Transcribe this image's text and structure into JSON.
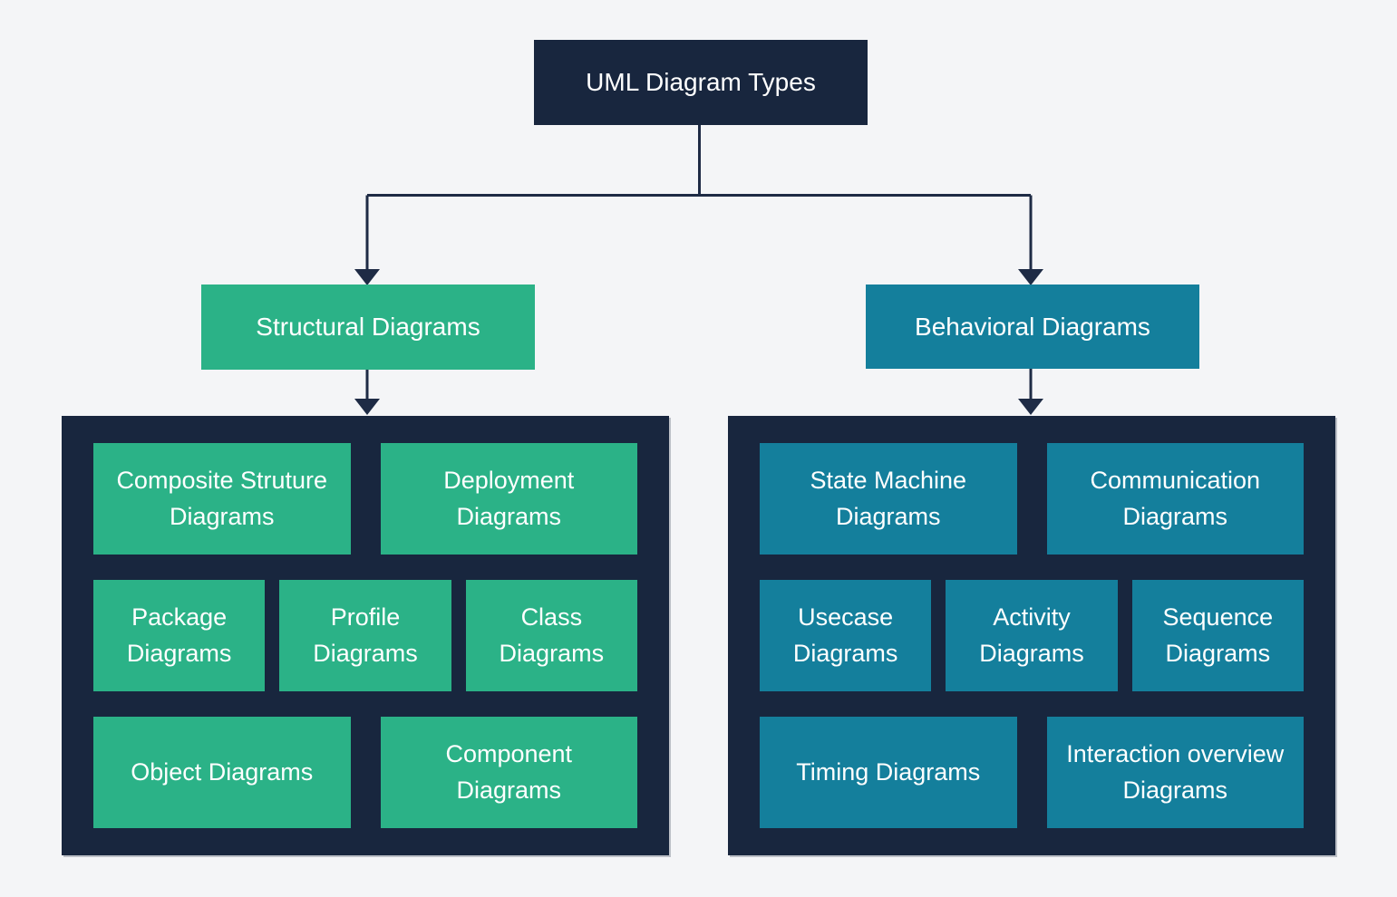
{
  "root": {
    "label": "UML Diagram Types"
  },
  "colors": {
    "background": "#f4f5f7",
    "node_dark": "#18263e",
    "structural_green": "#2bb287",
    "behavioral_teal": "#147f9c",
    "connector": "#1e2b45",
    "text": "#ffffff"
  },
  "structural": {
    "header": "Structural Diagrams",
    "rows": [
      [
        "Composite Struture Diagrams",
        "Deployment Diagrams"
      ],
      [
        "Package Diagrams",
        "Profile Diagrams",
        "Class Diagrams"
      ],
      [
        "Object Diagrams",
        "Component Diagrams"
      ]
    ]
  },
  "behavioral": {
    "header": "Behavioral Diagrams",
    "rows": [
      [
        "State Machine Diagrams",
        "Communication Diagrams"
      ],
      [
        "Usecase Diagrams",
        "Activity Diagrams",
        "Sequence Diagrams"
      ],
      [
        "Timing Diagrams",
        "Interaction overview Diagrams"
      ]
    ]
  }
}
